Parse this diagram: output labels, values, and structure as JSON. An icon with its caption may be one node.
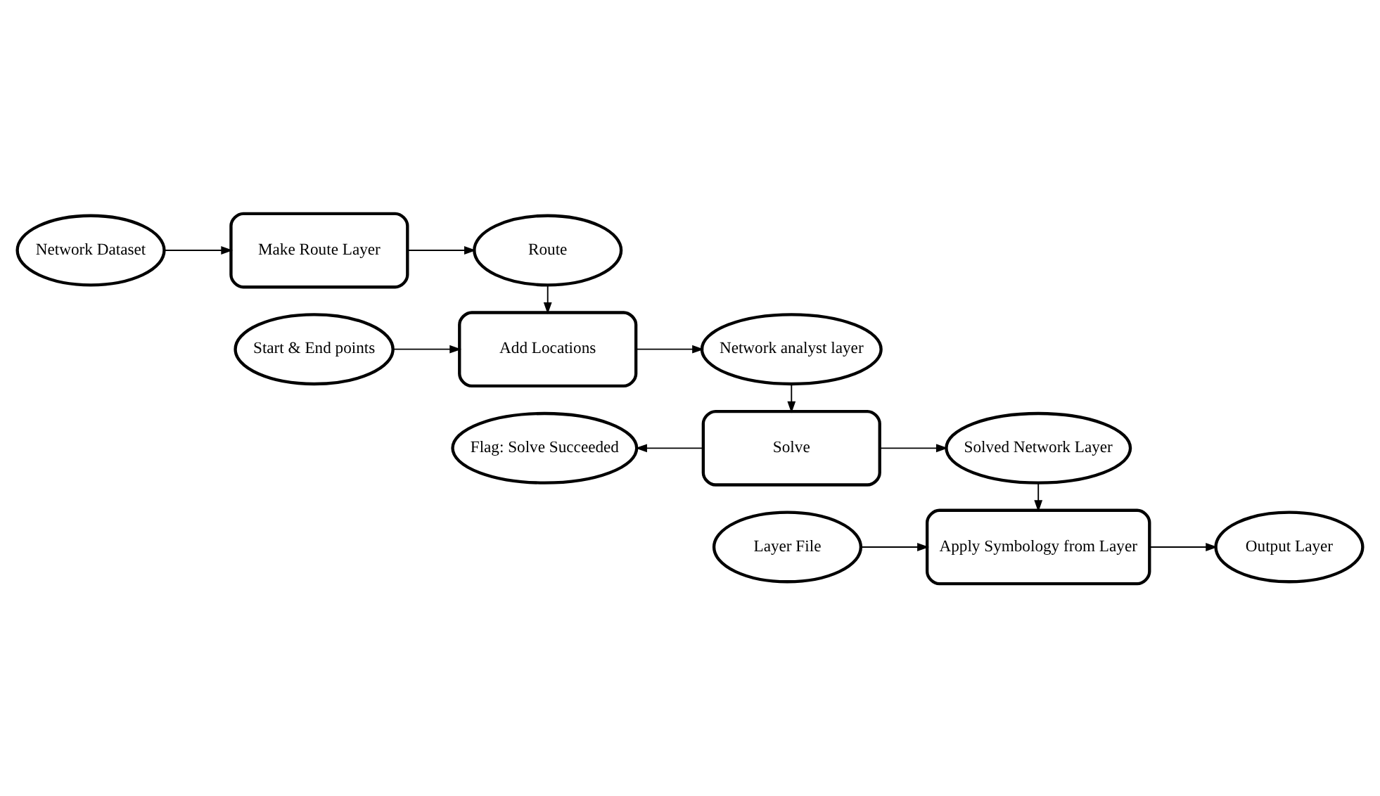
{
  "diagram": {
    "nodes": [
      {
        "text": [
          "Network Dataset"
        ]
      },
      {
        "text": [
          "Make Route Layer"
        ]
      },
      {
        "text": [
          "Route"
        ]
      },
      {
        "text": [
          "Start & End points"
        ]
      },
      {
        "text": [
          "Add Locations"
        ]
      },
      {
        "text": [
          "Network analyst layer"
        ]
      },
      {
        "text": [
          "Flag: Solve Succeeded"
        ]
      },
      {
        "text": [
          "Solve"
        ]
      },
      {
        "text": [
          "Solved Network Layer"
        ]
      },
      {
        "text": [
          "Layer File"
        ]
      },
      {
        "text": [
          "Apply Symbology from Layer"
        ]
      },
      {
        "text": [
          "Output Layer"
        ]
      }
    ],
    "edges": [
      {
        "from": 0,
        "to": 1,
        "arrow": "to"
      },
      {
        "from": 1,
        "to": 2,
        "arrow": "to"
      },
      {
        "from": 2,
        "to": 4,
        "arrow": "to"
      },
      {
        "from": 3,
        "to": 4,
        "arrow": "to"
      },
      {
        "from": 4,
        "to": 5,
        "arrow": "to"
      },
      {
        "from": 5,
        "to": 7,
        "arrow": "to"
      },
      {
        "from": 7,
        "to": 6,
        "arrow": "to"
      },
      {
        "from": 7,
        "to": 8,
        "arrow": "to"
      },
      {
        "from": 8,
        "to": 10,
        "arrow": "to"
      },
      {
        "from": 9,
        "to": 10,
        "arrow": "to"
      },
      {
        "from": 10,
        "to": 11,
        "arrow": "to"
      }
    ]
  }
}
